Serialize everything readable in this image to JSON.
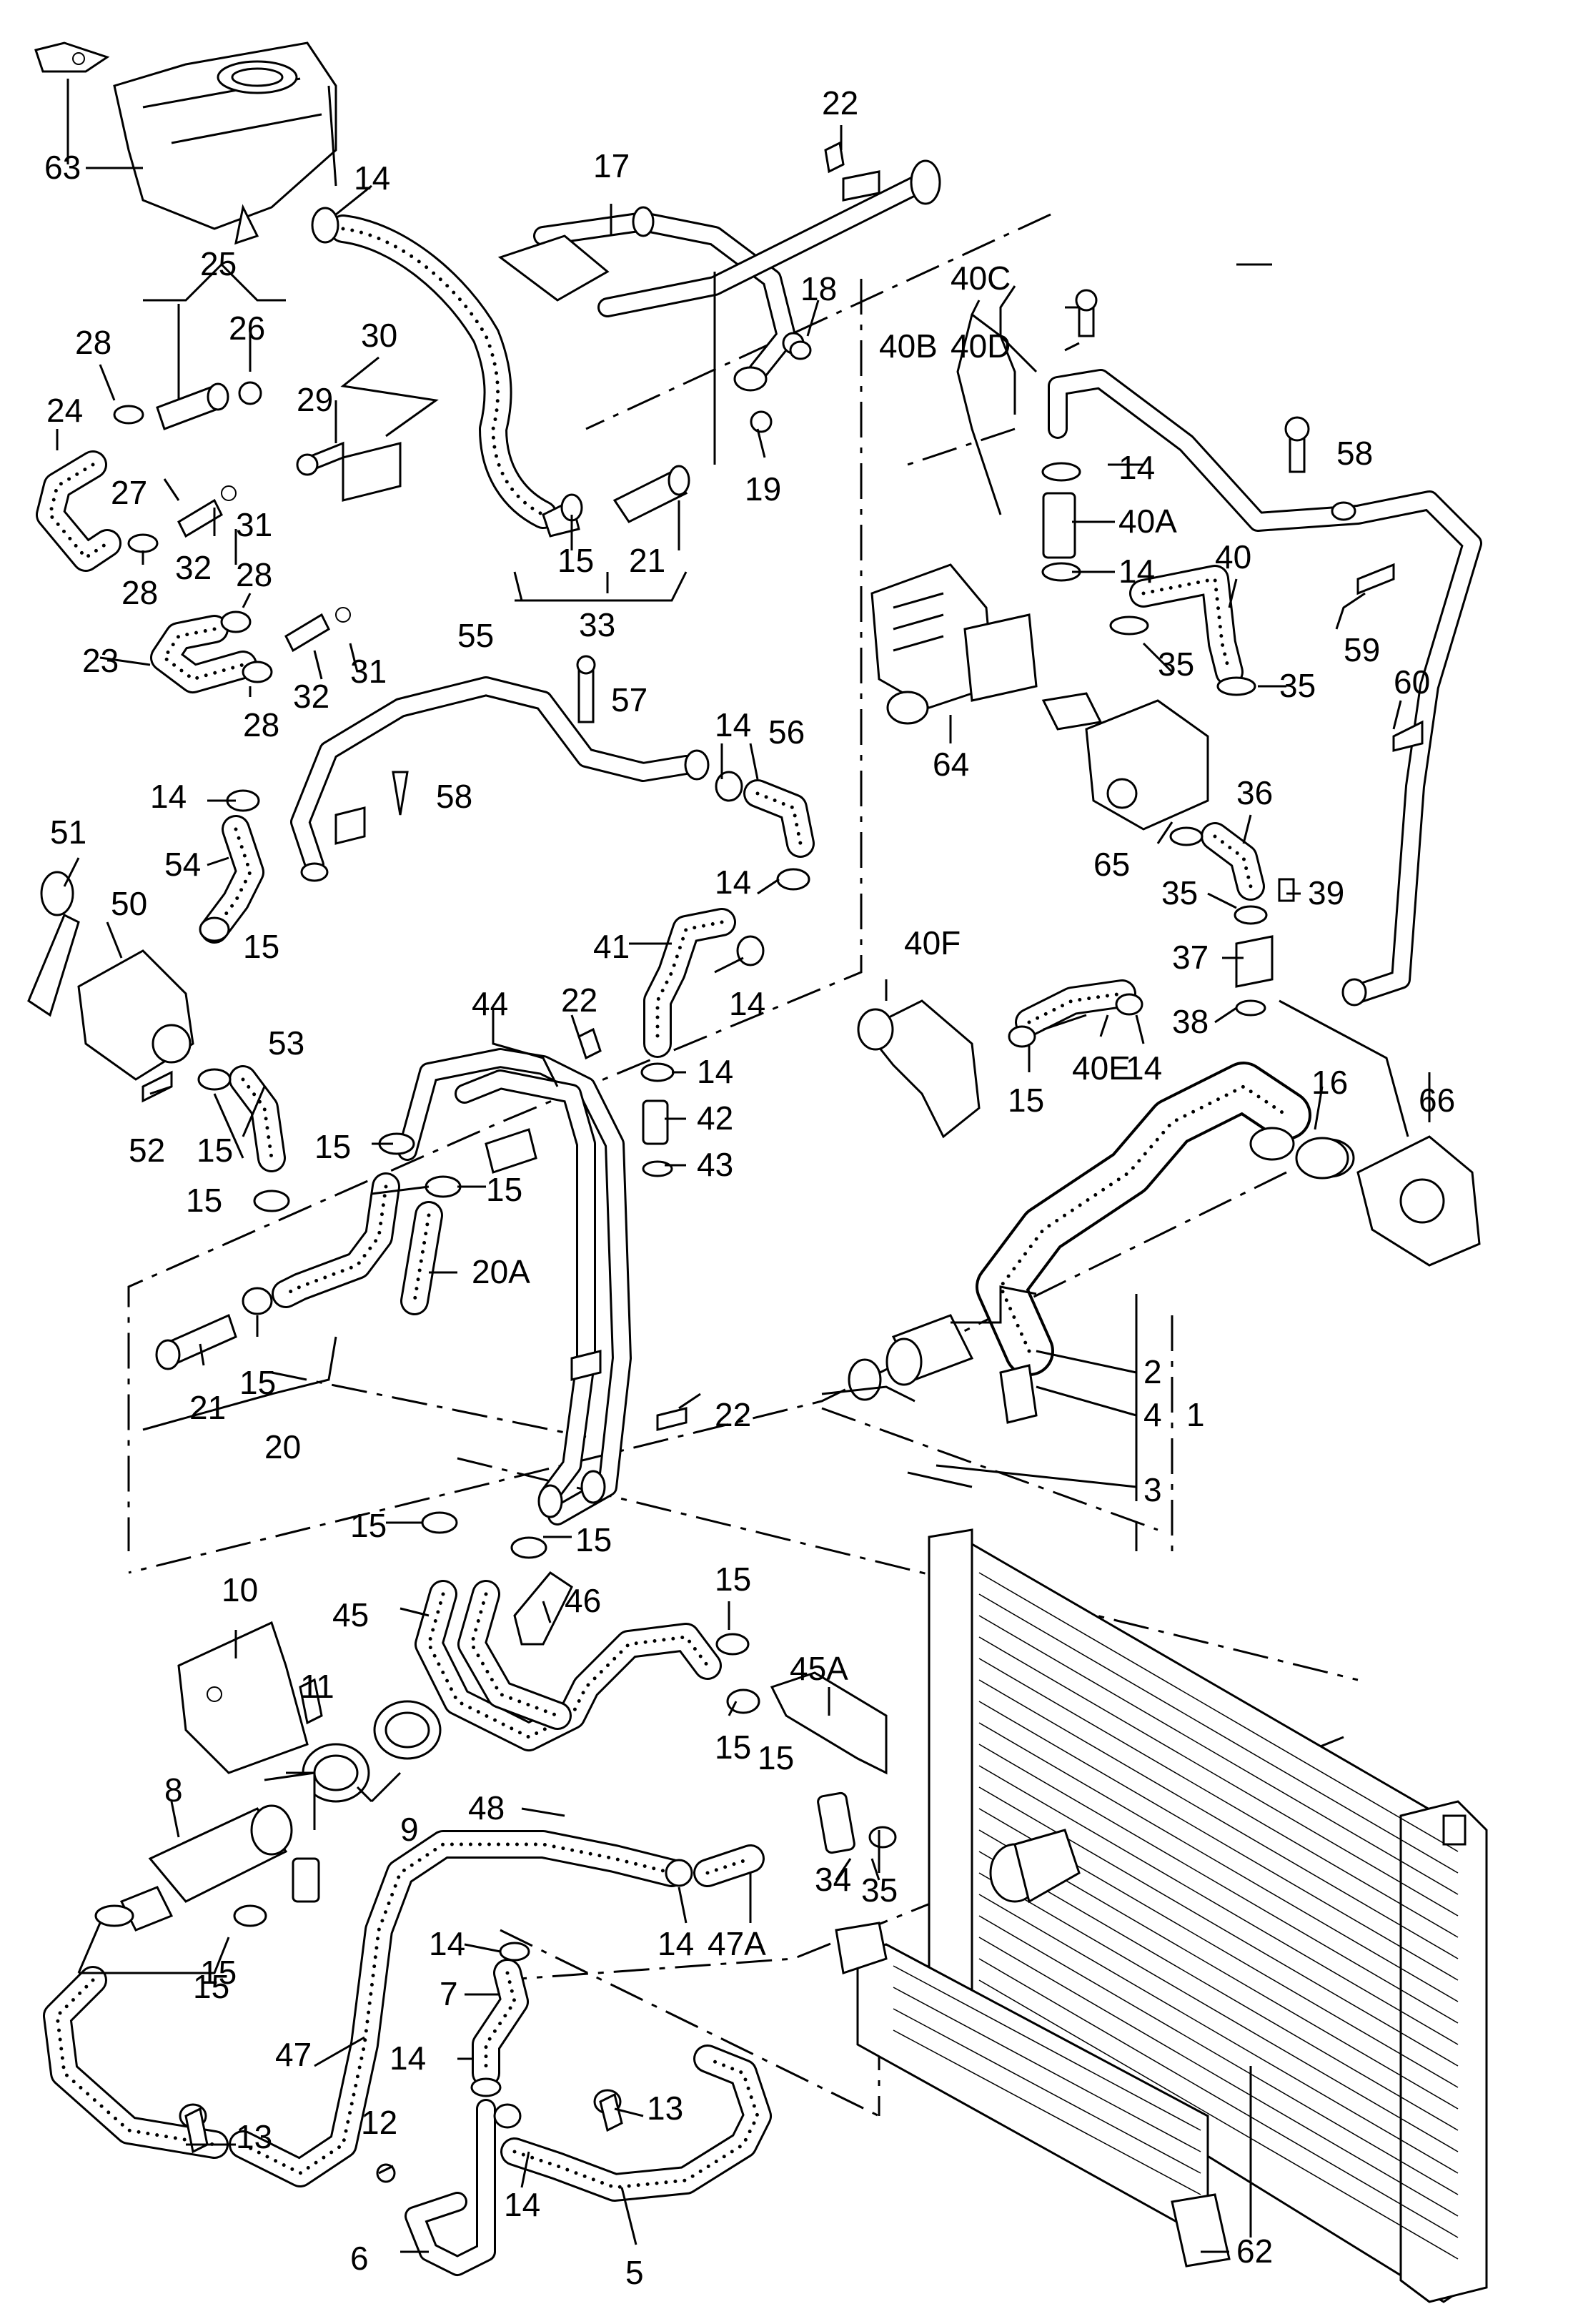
{
  "diagram": {
    "callouts": {
      "c1": "1",
      "c2": "2",
      "c3": "3",
      "c4": "4",
      "c5": "5",
      "c6": "6",
      "c7": "7",
      "c8": "8",
      "c9": "9",
      "c10": "10",
      "c11": "11",
      "c12": "12",
      "c13a": "13",
      "c13b": "13",
      "c14a": "14",
      "c14b": "14",
      "c14c": "14",
      "c14d": "14",
      "c14e": "14",
      "c14f": "14",
      "c14g": "14",
      "c14h": "14",
      "c14i": "14",
      "c14j": "14",
      "c14k": "14",
      "c14l": "14",
      "c14m": "14",
      "c15a": "15",
      "c15b": "15",
      "c15c": "15",
      "c15d": "15",
      "c15e": "15",
      "c15f": "15",
      "c15g": "15",
      "c15h": "15",
      "c15i": "15",
      "c15j": "15",
      "c15k": "15",
      "c15l": "15",
      "c15m": "15",
      "c15n": "15",
      "c15o": "15",
      "c16": "16",
      "c17": "17",
      "c18": "18",
      "c19": "19",
      "c20": "20",
      "c20A": "20A",
      "c21a": "21",
      "c21b": "21",
      "c22a": "22",
      "c22b": "22",
      "c22c": "22",
      "c23": "23",
      "c24": "24",
      "c25": "25",
      "c26": "26",
      "c27": "27",
      "c28a": "28",
      "c28b": "28",
      "c28c": "28",
      "c28d": "28",
      "c29": "29",
      "c30": "30",
      "c31a": "31",
      "c31b": "31",
      "c32a": "32",
      "c32b": "32",
      "c33": "33",
      "c34": "34",
      "c35a": "35",
      "c35b": "35",
      "c35c": "35",
      "c35d": "35",
      "c36": "36",
      "c37": "37",
      "c38": "38",
      "c39": "39",
      "c40": "40",
      "c40A": "40A",
      "c40B": "40B",
      "c40C": "40C",
      "c40D": "40D",
      "c40E": "40E",
      "c40F": "40F",
      "c41": "41",
      "c42": "42",
      "c43": "43",
      "c44": "44",
      "c45": "45",
      "c45A": "45A",
      "c46": "46",
      "c47": "47",
      "c47A": "47A",
      "c48": "48",
      "c50": "50",
      "c51": "51",
      "c52": "52",
      "c53": "53",
      "c54": "54",
      "c55": "55",
      "c56": "56",
      "c57": "57",
      "c58a": "58",
      "c58b": "58",
      "c59": "59",
      "c60": "60",
      "c62": "62",
      "c63": "63",
      "c64": "64",
      "c65": "65",
      "c66": "66"
    }
  }
}
